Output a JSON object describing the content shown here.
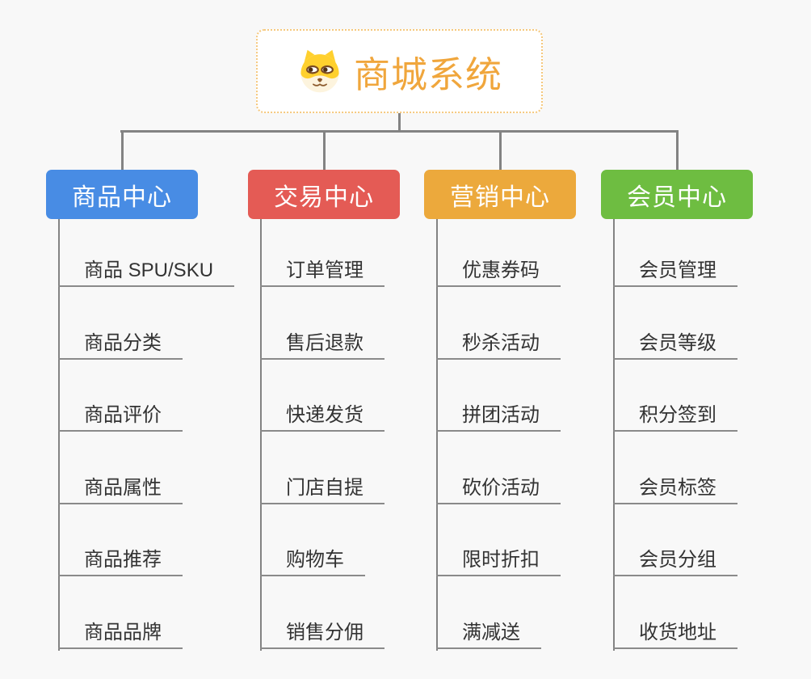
{
  "palette": {
    "background": "#f8f8f8",
    "connector": "#838383",
    "subtopic_underline": "#8a8a8a",
    "subtopic_text": "#333333",
    "root_text": "#f0a63c",
    "root_border": "#f5c87d"
  },
  "root": {
    "title": "商城系统",
    "icon": "doge-face-icon"
  },
  "branches": [
    {
      "label": "商品中心",
      "color": "#488ce4",
      "children": [
        "商品 SPU/SKU",
        "商品分类",
        "商品评价",
        "商品属性",
        "商品推荐",
        "商品品牌"
      ]
    },
    {
      "label": "交易中心",
      "color": "#e45b55",
      "children": [
        "订单管理",
        "售后退款",
        "快递发货",
        "门店自提",
        "购物车",
        "销售分佣"
      ]
    },
    {
      "label": "营销中心",
      "color": "#eca93c",
      "children": [
        "优惠券码",
        "秒杀活动",
        "拼团活动",
        "砍价活动",
        "限时折扣",
        "满减送"
      ]
    },
    {
      "label": "会员中心",
      "color": "#6ebd41",
      "children": [
        "会员管理",
        "会员等级",
        "积分签到",
        "会员标签",
        "会员分组",
        "收货地址"
      ]
    }
  ]
}
